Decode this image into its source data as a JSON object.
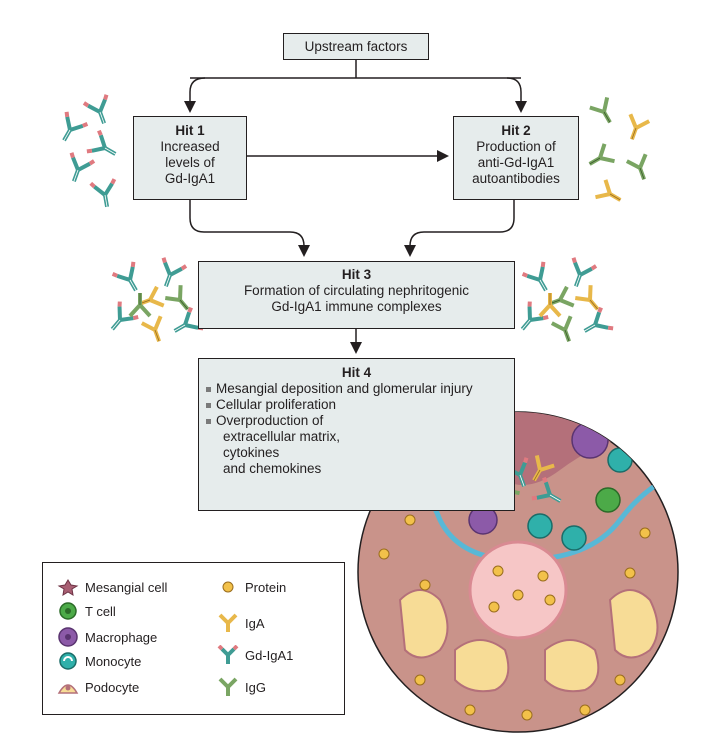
{
  "upstream": "Upstream factors",
  "hit1": {
    "title": "Hit 1",
    "lines": [
      "Increased",
      "levels of",
      "Gd-IgA1"
    ]
  },
  "hit2": {
    "title": "Hit 2",
    "lines": [
      "Production of",
      "anti-Gd-IgA1",
      "autoantibodies"
    ]
  },
  "hit3": {
    "title": "Hit 3",
    "lines": [
      "Formation of circulating nephritogenic",
      "Gd-IgA1 immune complexes"
    ]
  },
  "hit4": {
    "title": "Hit 4",
    "bullets": [
      "Mesangial deposition and glomerular injury",
      "Cellular proliferation",
      "Overproduction of"
    ],
    "continuation": [
      "extracellular matrix,",
      "cytokines",
      "and chemokines"
    ]
  },
  "legend": {
    "mesangial": "Mesangial cell",
    "tcell": "T cell",
    "macrophage": "Macrophage",
    "monocyte": "Monocyte",
    "podocyte": "Podocyte",
    "protein": "Protein",
    "iga": "IgA",
    "gdiga1": "Gd-IgA1",
    "igg": "IgG"
  },
  "colors": {
    "box_fill": "#e6ecec",
    "iga": "#e8b84a",
    "gd_iga1_arm": "#3f9c94",
    "gd_iga1_tip": "#e07a80",
    "igg": "#7aa563",
    "tcell": "#4caa48",
    "macrophage": "#8c5aa8",
    "monocyte": "#2fb0aa",
    "protein": "#f2c14a",
    "tissue": "#c9938a",
    "capillary": "#f6c6c6",
    "basement_membrane": "#58b8d6"
  }
}
